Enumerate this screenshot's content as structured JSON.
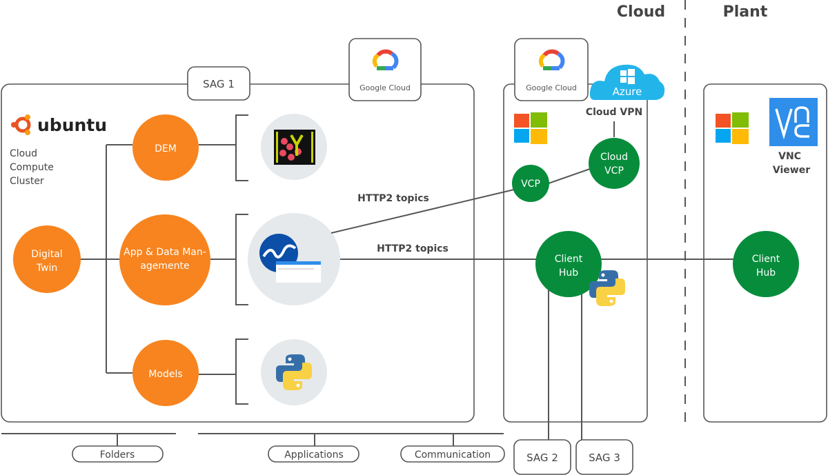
{
  "zones": {
    "cloud": "Cloud",
    "plant": "Plant"
  },
  "cluster": {
    "os_brand": "ubuntu",
    "label_lines": [
      "Cloud",
      "Compute",
      "Cluster"
    ]
  },
  "nodes": {
    "digital_twin": [
      "Digital",
      "Twin"
    ],
    "dem": [
      "DEM"
    ],
    "app_data": [
      "App & Data Man-",
      "agemente"
    ],
    "models": [
      "Models"
    ],
    "vcp": [
      "VCP"
    ],
    "cloud_vcp": [
      "Cloud",
      "VCP"
    ],
    "client_hub_cloud": [
      "Client",
      "Hub"
    ],
    "client_hub_plant": [
      "Client",
      "Hub"
    ]
  },
  "tags": {
    "sag1": "SAG 1",
    "sag2": "SAG 2",
    "sag3": "SAG 3",
    "google_cloud_1": "Google Cloud",
    "google_cloud_2": "Google Cloud",
    "azure": "Azure",
    "cloud_vpn": "Cloud VPN",
    "vnc": [
      "VNC",
      "Viewer"
    ]
  },
  "links": {
    "http2_upper": "HTTP2 topics",
    "http2_lower": "HTTP2 topics"
  },
  "legend": {
    "folders": "Folders",
    "applications": "Applications",
    "communication": "Communication"
  },
  "colors": {
    "orange": "#f7841f",
    "green": "#078c3c",
    "azure": "#23b5ea",
    "vnc": "#2f8ee9",
    "line": "#555555",
    "icon_bg": "#e5e9ec"
  }
}
